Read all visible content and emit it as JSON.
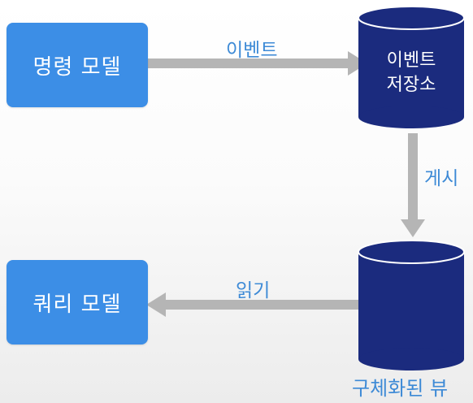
{
  "nodes": {
    "command_model": "명령 모델",
    "query_model": "쿼리 모델",
    "event_store": [
      "이벤트",
      "저장소"
    ],
    "materialized_view": "구체화된 뷰"
  },
  "edges": {
    "event": "이벤트",
    "publish": "게시",
    "read": "읽기"
  },
  "colors": {
    "box_fill": "#3c8ee6",
    "db_fill": "#1b2b7e",
    "arrow": "#b5b5b5",
    "label_text": "#3d8ad6"
  }
}
